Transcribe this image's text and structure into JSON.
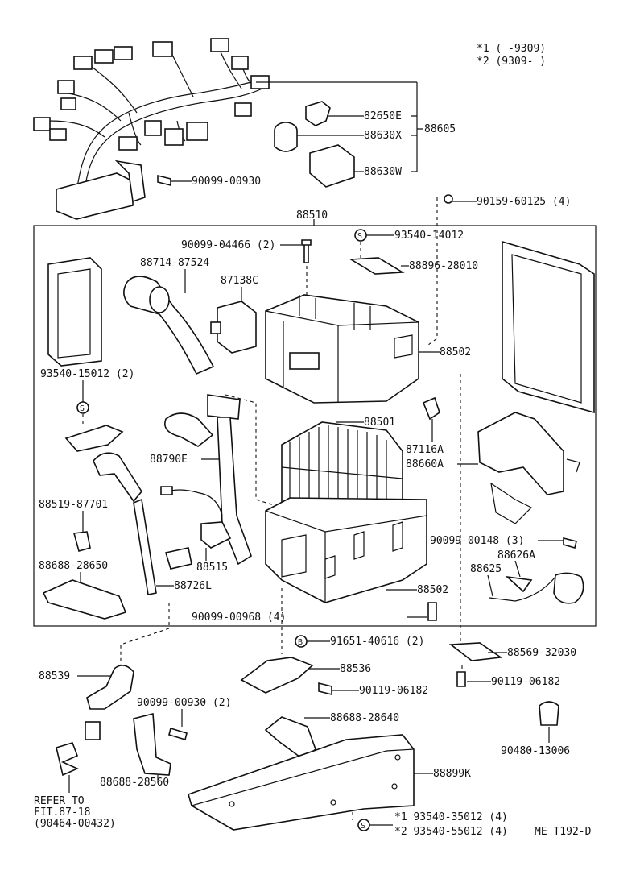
{
  "legend": {
    "l1": "*1  (      -9309)",
    "l2": "*2  (9309-      )"
  },
  "callouts": [
    {
      "id": "c1",
      "text": "82650E"
    },
    {
      "id": "c2",
      "text": "88630X"
    },
    {
      "id": "c3",
      "text": "88630W"
    },
    {
      "id": "c4",
      "text": "88605"
    },
    {
      "id": "c5",
      "text": "90099-00930"
    },
    {
      "id": "c6",
      "text": "90159-60125 (4)"
    },
    {
      "id": "c7",
      "text": "88510"
    },
    {
      "id": "c8",
      "text": "90099-04466 (2)"
    },
    {
      "id": "c9",
      "text": "93540-14012"
    },
    {
      "id": "c10",
      "text": "88714-87524"
    },
    {
      "id": "c11",
      "text": "88896-28010"
    },
    {
      "id": "c12",
      "text": "87138C"
    },
    {
      "id": "c13",
      "text": "88502"
    },
    {
      "id": "c14",
      "text": "93540-15012 (2)"
    },
    {
      "id": "c15",
      "text": "88501"
    },
    {
      "id": "c16",
      "text": "87116A"
    },
    {
      "id": "c17",
      "text": "88660A"
    },
    {
      "id": "c18",
      "text": "88790E"
    },
    {
      "id": "c19",
      "text": "88519-87701"
    },
    {
      "id": "c20",
      "text": "90099-00148 (3)"
    },
    {
      "id": "c21",
      "text": "88626A"
    },
    {
      "id": "c22",
      "text": "88688-28650"
    },
    {
      "id": "c23",
      "text": "88515"
    },
    {
      "id": "c24",
      "text": "88625"
    },
    {
      "id": "c25",
      "text": "88726L"
    },
    {
      "id": "c26",
      "text": "88502"
    },
    {
      "id": "c27",
      "text": "90099-00968 (4)"
    },
    {
      "id": "c28",
      "text": "91651-40616 (2)"
    },
    {
      "id": "c29",
      "text": "88569-32030"
    },
    {
      "id": "c30",
      "text": "88539"
    },
    {
      "id": "c31",
      "text": "88536"
    },
    {
      "id": "c32",
      "text": "90119-06182"
    },
    {
      "id": "c33",
      "text": "90119-06182"
    },
    {
      "id": "c34",
      "text": "90099-00930 (2)"
    },
    {
      "id": "c35",
      "text": "88688-28640"
    },
    {
      "id": "c36",
      "text": "90480-13006"
    },
    {
      "id": "c37",
      "text": "88688-28560"
    },
    {
      "id": "c38",
      "text": "88899K"
    },
    {
      "id": "c39",
      "text": "REFER TO"
    },
    {
      "id": "c40",
      "text": "FIT.87-18"
    },
    {
      "id": "c41",
      "text": "(90464-00432)"
    },
    {
      "id": "c42",
      "text": "*1  93540-35012 (4)"
    },
    {
      "id": "c43",
      "text": "*2  93540-55012 (4)"
    },
    {
      "id": "c44",
      "text": "ME T192-D"
    }
  ],
  "symbols": {
    "s": "S",
    "b": "B"
  }
}
